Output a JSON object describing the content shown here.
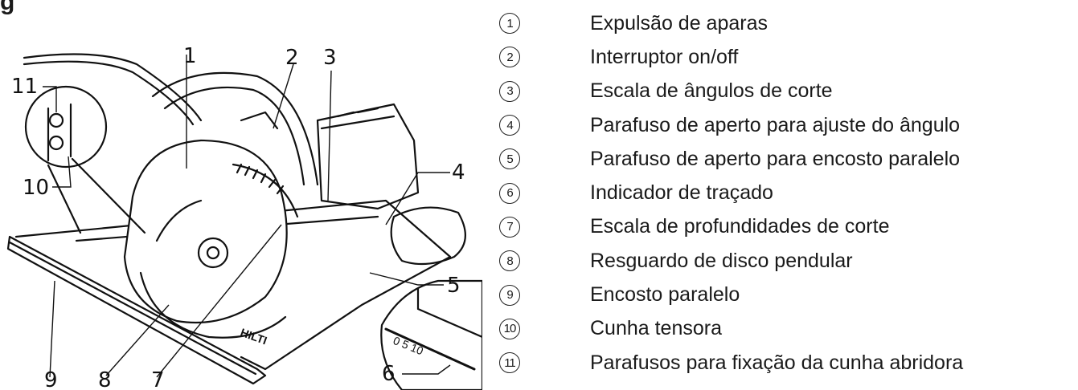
{
  "heading": "g",
  "callouts": [
    "1",
    "2",
    "3",
    "4",
    "5",
    "6",
    "7",
    "8",
    "9",
    "10",
    "11"
  ],
  "legend": [
    {
      "num": "1",
      "label": "Expulsão de aparas"
    },
    {
      "num": "2",
      "label": "Interruptor on/off"
    },
    {
      "num": "3",
      "label": "Escala de ângulos de corte"
    },
    {
      "num": "4",
      "label": "Parafuso de aperto para ajuste do ângulo"
    },
    {
      "num": "5",
      "label": "Parafuso de aperto para encosto paralelo"
    },
    {
      "num": "6",
      "label": "Indicador de traçado"
    },
    {
      "num": "7",
      "label": "Escala de profundidades de corte"
    },
    {
      "num": "8",
      "label": "Resguardo de disco pendular"
    },
    {
      "num": "9",
      "label": "Encosto paralelo"
    },
    {
      "num": "10",
      "label": "Cunha tensora"
    },
    {
      "num": "11",
      "label": "Parafusos para fixação da cunha abridora"
    }
  ],
  "logo_text": "HILTI",
  "scale_marks": "0 5 10"
}
